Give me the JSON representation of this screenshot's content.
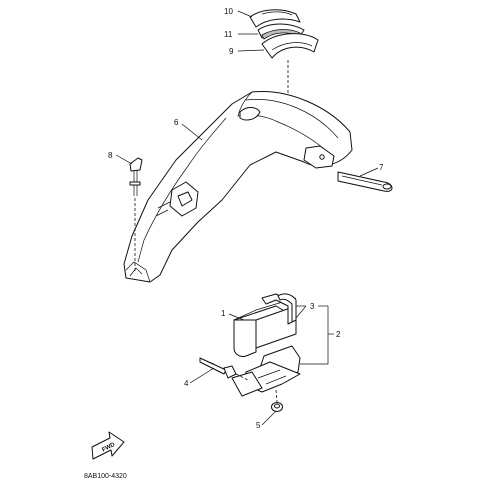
{
  "callouts": {
    "c1": "1",
    "c2": "2",
    "c3": "3",
    "c4": "4",
    "c5": "5",
    "c6": "6",
    "c7": "7",
    "c8": "8",
    "c9": "9",
    "c10": "10",
    "c11": "11"
  },
  "find_badge": "FWD",
  "diagram_code": "8AB100-4320"
}
